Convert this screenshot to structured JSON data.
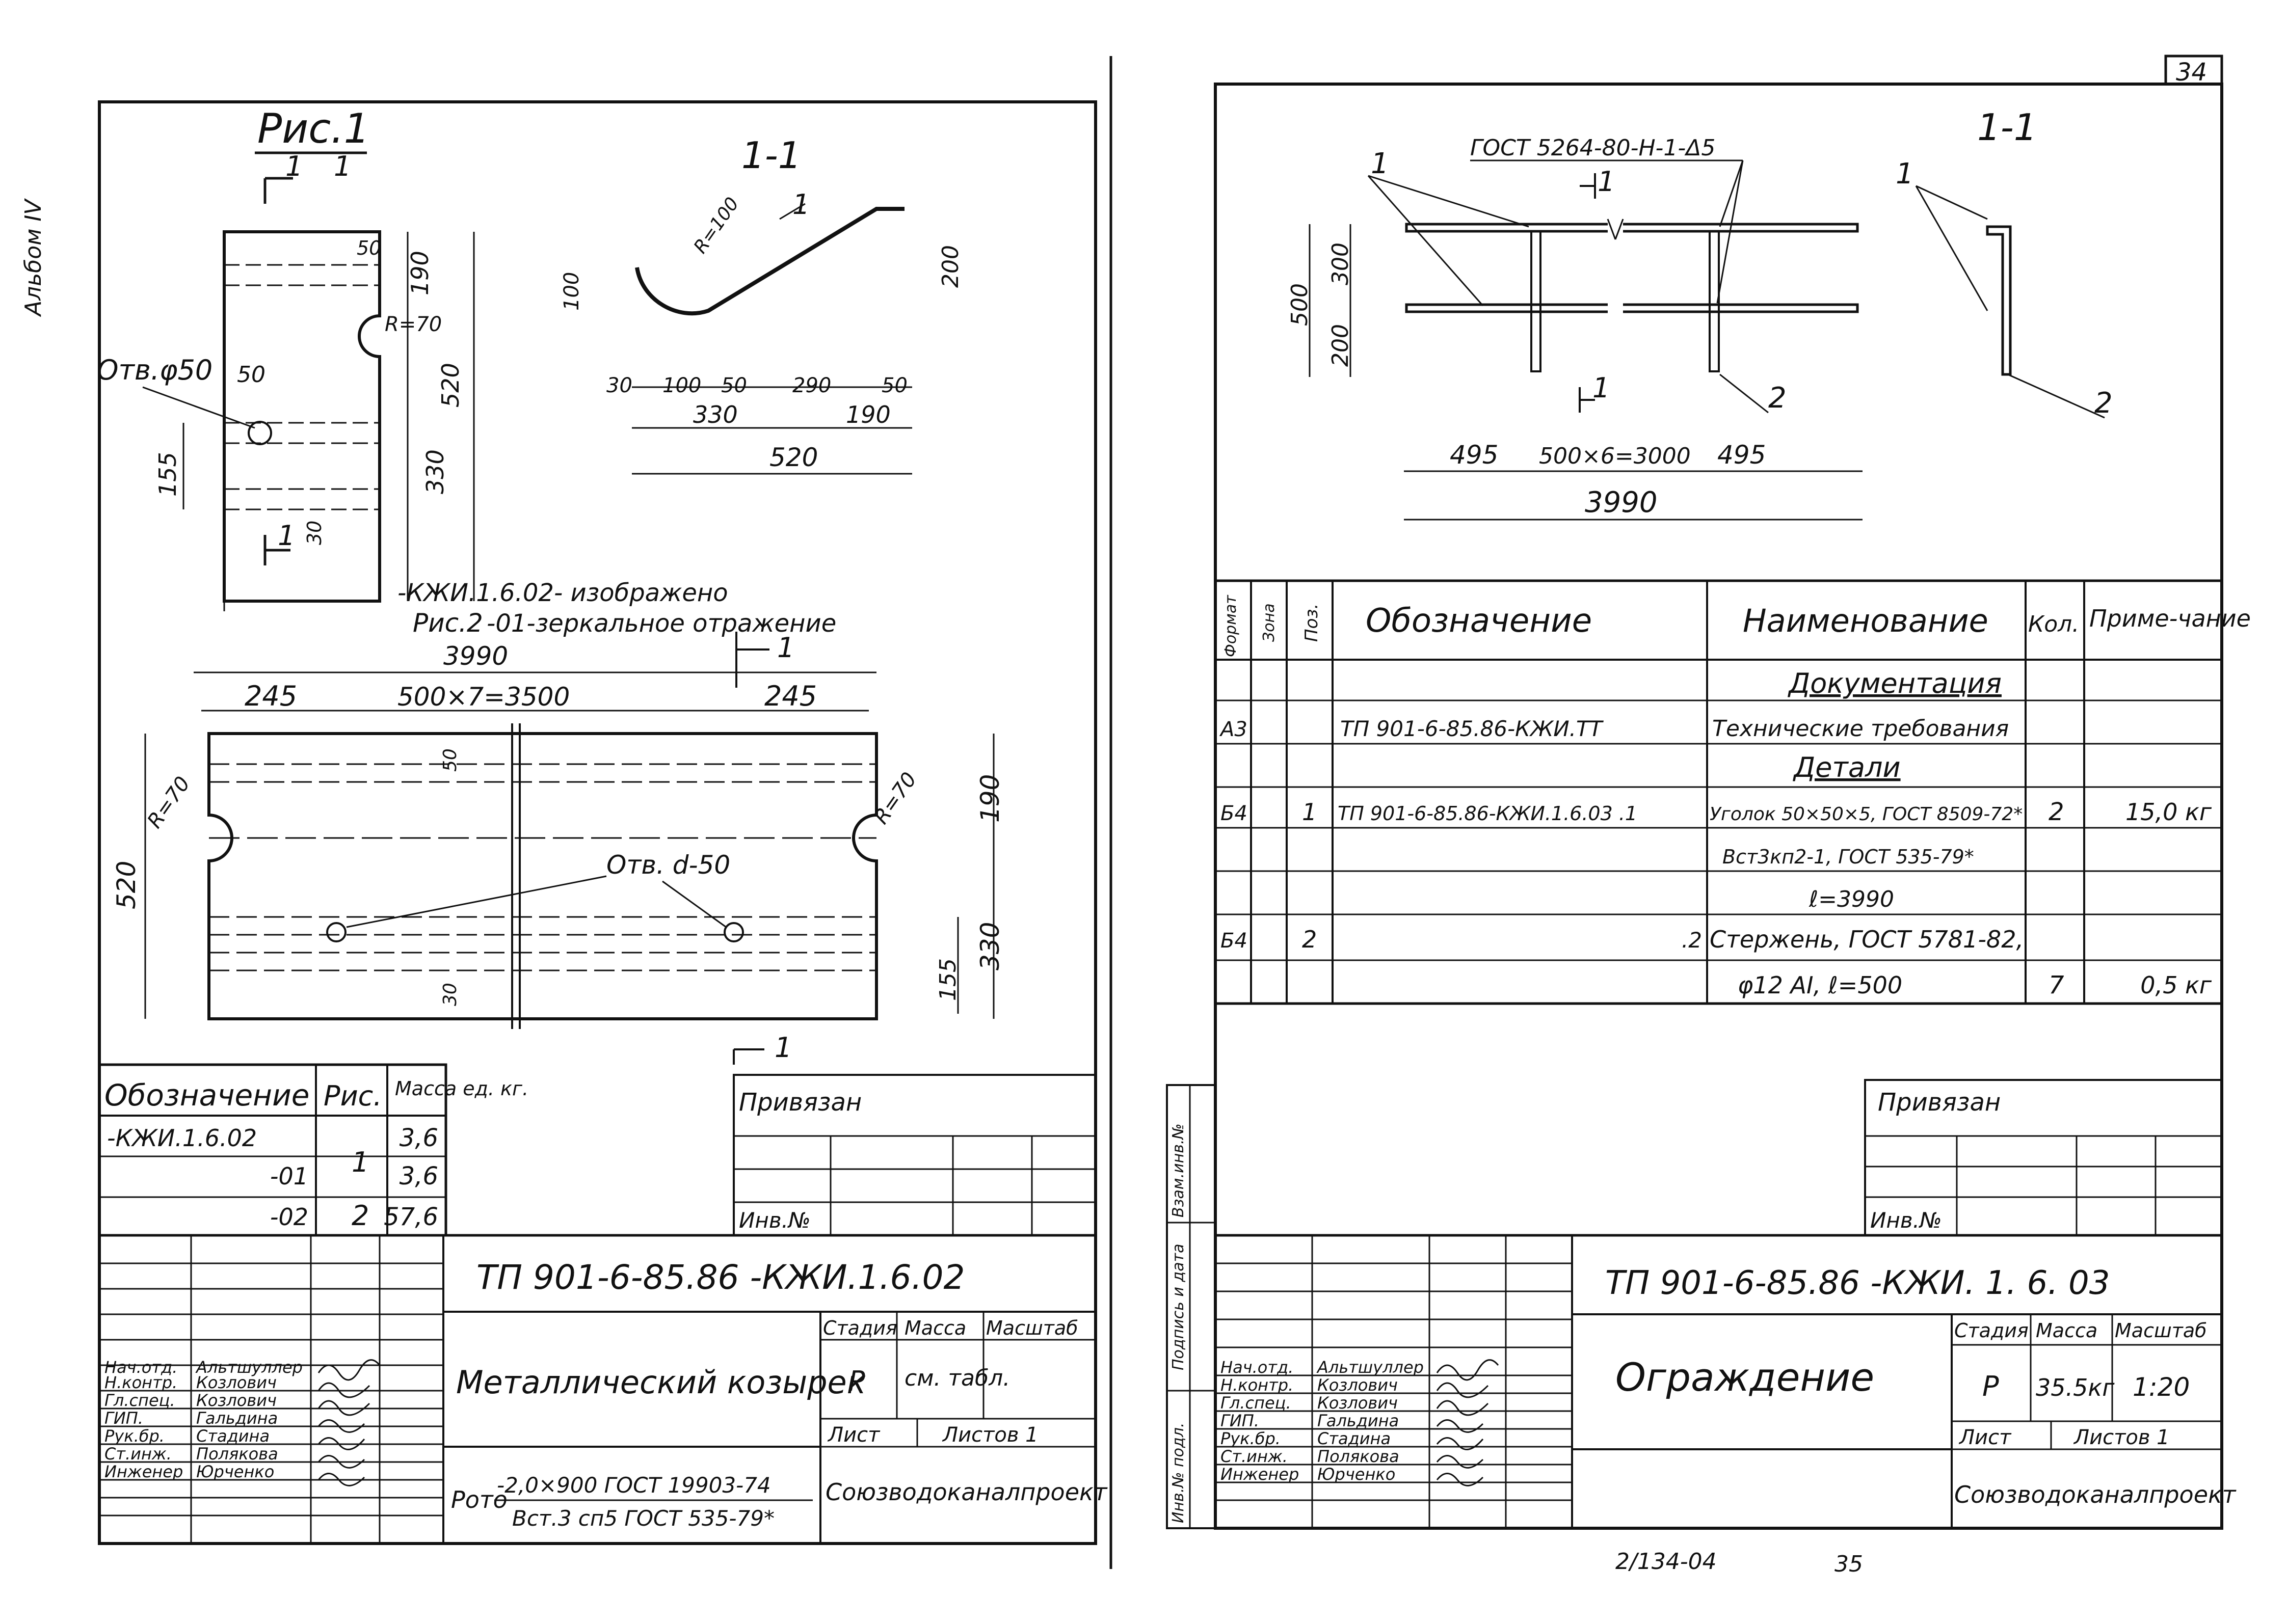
{
  "left_sheet": {
    "album_note": "Альбом IV",
    "fig1": {
      "title": "Рис.1",
      "section_mark": "1",
      "section_title": "1-1",
      "hole_label": "Отв.φ50",
      "dims": {
        "d50": "50",
        "d190": "190",
        "d520": "520",
        "d330": "330",
        "d155": "155",
        "d30": "30",
        "r70": "R=70",
        "r100": "R=100",
        "d100": "100",
        "d200": "200",
        "s30": "30",
        "s100": "100",
        "s50a": "50",
        "s290": "290",
        "s50b": "50",
        "s330": "330",
        "s190": "190",
        "s520": "520",
        "pos1": "1"
      }
    },
    "fig2": {
      "note_line1": "-КЖИ.1.6.02- изображено",
      "title": "Рис.2",
      "note_line2": "-01-зеркальное отражение",
      "dim_total": "3990",
      "dim_a": "245",
      "dim_mid": "500×7=3500",
      "dim_b": "245",
      "section_mark": "1",
      "r_left": "R=70",
      "r_right": "R=70",
      "hole_label": "Отв. d-50",
      "d520": "520",
      "d190": "190",
      "d330": "330",
      "d155": "155",
      "d50": "50",
      "d30": "30"
    },
    "mass_table": {
      "headers": [
        "Обозначение",
        "Рис.",
        "Масса ед. кг."
      ],
      "rows": [
        {
          "code": "-КЖИ.1.6.02",
          "fig": "",
          "mass": "3,6"
        },
        {
          "code": "-01",
          "fig": "1",
          "mass": "3,6"
        },
        {
          "code": "-02",
          "fig": "2",
          "mass": "57,6"
        }
      ]
    },
    "privyazan": "Привязан",
    "inv_no": "Инв.№",
    "stamp": {
      "doc_code": "ТП 901-6-85.86 -КЖИ.1.6.02",
      "title": "Металлический козырек",
      "material_prefix": "Рото",
      "material_line1": "-2,0×900 ГОСТ 19903-74",
      "material_line2": "Вст.3 сп5 ГОСТ 535-79*",
      "stage_h": "Стадия",
      "mass_h": "Масса",
      "scale_h": "Масштаб",
      "stage": "Р",
      "mass": "см. табл.",
      "scale": "",
      "sheet_h": "Лист",
      "sheets_h": "Листов 1",
      "org": "Союзводоканалпроект",
      "people": [
        {
          "role": "Нач.отд.",
          "name": "Альтшуллер"
        },
        {
          "role": "Н.контр.",
          "name": "Козлович"
        },
        {
          "role": "Гл.спец.",
          "name": "Козлович"
        },
        {
          "role": "ГИП.",
          "name": "Гальдина"
        },
        {
          "role": "Рук.бр.",
          "name": "Стадина"
        },
        {
          "role": "Ст.инж.",
          "name": "Полякова"
        },
        {
          "role": "Инженер",
          "name": "Юрченко"
        }
      ]
    }
  },
  "right_sheet": {
    "page_no": "34",
    "section_title": "1-1",
    "gost_label": "ГОСТ 5264-80-Н-1-Δ5",
    "dims": {
      "d500": "500",
      "d300": "300",
      "d200": "200",
      "d495a": "495",
      "d_mid": "500×6=3000",
      "d495b": "495",
      "d3990": "3990"
    },
    "pos1": "1",
    "pos2": "2",
    "section_mark": "1",
    "spec": {
      "headers": [
        "Формат",
        "Зона",
        "Поз.",
        "Обозначение",
        "Наименование",
        "Кол.",
        "Приме-чание"
      ],
      "rows": [
        {
          "fmt": "",
          "zone": "",
          "pos": "",
          "code": "",
          "name": "Документация",
          "qty": "",
          "note": "",
          "header": true
        },
        {
          "fmt": "А3",
          "zone": "",
          "pos": "",
          "code": "ТП 901-6-85.86-КЖИ.ТТ",
          "name": "Технические требования",
          "qty": "",
          "note": ""
        },
        {
          "fmt": "",
          "zone": "",
          "pos": "",
          "code": "",
          "name": "Детали",
          "qty": "",
          "note": "",
          "header": true
        },
        {
          "fmt": "Б4",
          "zone": "",
          "pos": "1",
          "code": "ТП 901-6-85.86-КЖИ.1.6.03 .1",
          "name": "Уголок 50×50×5, ГОСТ 8509-72*",
          "qty": "2",
          "note": "15,0 кг"
        },
        {
          "fmt": "",
          "zone": "",
          "pos": "",
          "code": "",
          "name": "Вст3кп2-1, ГОСТ 535-79*",
          "qty": "",
          "note": ""
        },
        {
          "fmt": "",
          "zone": "",
          "pos": "",
          "code": "",
          "name": "ℓ=3990",
          "qty": "",
          "note": ""
        },
        {
          "fmt": "Б4",
          "zone": "",
          "pos": "2",
          "code": ".2",
          "name": "Стержень, ГОСТ 5781-82,",
          "qty": "",
          "note": ""
        },
        {
          "fmt": "",
          "zone": "",
          "pos": "",
          "code": "",
          "name": "φ12 AI, ℓ=500",
          "qty": "7",
          "note": "0,5 кг"
        }
      ]
    },
    "privyazan": "Привязан",
    "inv_no": "Инв.№",
    "side_labels": [
      "Взам.инв.№",
      "Подпись и дата",
      "Инв.№ подл."
    ],
    "stamp": {
      "doc_code": "ТП 901-6-85.86 -КЖИ. 1. 6. 03",
      "title": "Ограждение",
      "stage_h": "Стадия",
      "mass_h": "Масса",
      "scale_h": "Масштаб",
      "stage": "Р",
      "mass": "35.5кг",
      "scale": "1:20",
      "sheet_h": "Лист",
      "sheets_h": "Листов 1",
      "org": "Союзводоканалпроект",
      "people": [
        {
          "role": "Нач.отд.",
          "name": "Альтшуллер"
        },
        {
          "role": "Н.контр.",
          "name": "Козлович"
        },
        {
          "role": "Гл.спец.",
          "name": "Козлович"
        },
        {
          "role": "ГИП.",
          "name": "Гальдина"
        },
        {
          "role": "Рук.бр.",
          "name": "Стадина"
        },
        {
          "role": "Ст.инж.",
          "name": "Полякова"
        },
        {
          "role": "Инженер",
          "name": "Юрченко"
        }
      ]
    },
    "footer_code": "2/134-04",
    "footer_page": "35"
  }
}
